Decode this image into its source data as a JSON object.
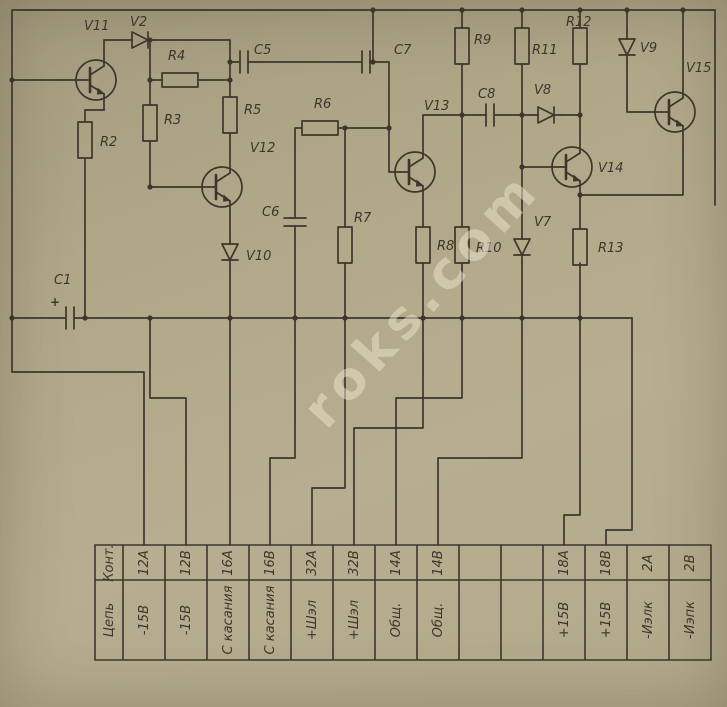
{
  "colors": {
    "paper": "#b2a88a",
    "ink": "#3e362c",
    "watermark": "rgba(232,224,200,0.55)"
  },
  "watermark": "roks.com",
  "labels": {
    "v11": "V11",
    "v2": "V2",
    "r4": "R4",
    "c5": "C5",
    "c7": "C7",
    "r9": "R9",
    "c8": "C8",
    "r11": "R11",
    "r12": "R12",
    "v9": "V9",
    "v15": "V15",
    "v8": "V8",
    "r3": "R3",
    "r2": "R2",
    "r5": "R5",
    "v12": "V12",
    "v10": "V10",
    "c6": "C6",
    "r6": "R6",
    "v13": "V13",
    "r7": "R7",
    "r8": "R8",
    "r10": "R10",
    "v7": "V7",
    "r13": "R13",
    "v14": "V14",
    "c1": "C1",
    "c1_plus": "+"
  },
  "table": {
    "pin_header": "Конт.",
    "circuit_header": "Цепь",
    "columns": [
      {
        "pin": "12А",
        "circuit": "-15В"
      },
      {
        "pin": "12В",
        "circuit": "-15В"
      },
      {
        "pin": "16А",
        "circuit": "С касания"
      },
      {
        "pin": "16В",
        "circuit": "С касания"
      },
      {
        "pin": "32А",
        "circuit": "+Шэл"
      },
      {
        "pin": "32В",
        "circuit": "+Шэл"
      },
      {
        "pin": "14А",
        "circuit": "Общ."
      },
      {
        "pin": "14В",
        "circuit": "Общ."
      },
      {
        "pin": "",
        "circuit": ""
      },
      {
        "pin": "",
        "circuit": ""
      },
      {
        "pin": "18А",
        "circuit": "+15В"
      },
      {
        "pin": "18В",
        "circuit": "+15В"
      },
      {
        "pin": "2А",
        "circuit": "-Иэлк"
      },
      {
        "pin": "2В",
        "circuit": "-Иэпк"
      }
    ]
  }
}
